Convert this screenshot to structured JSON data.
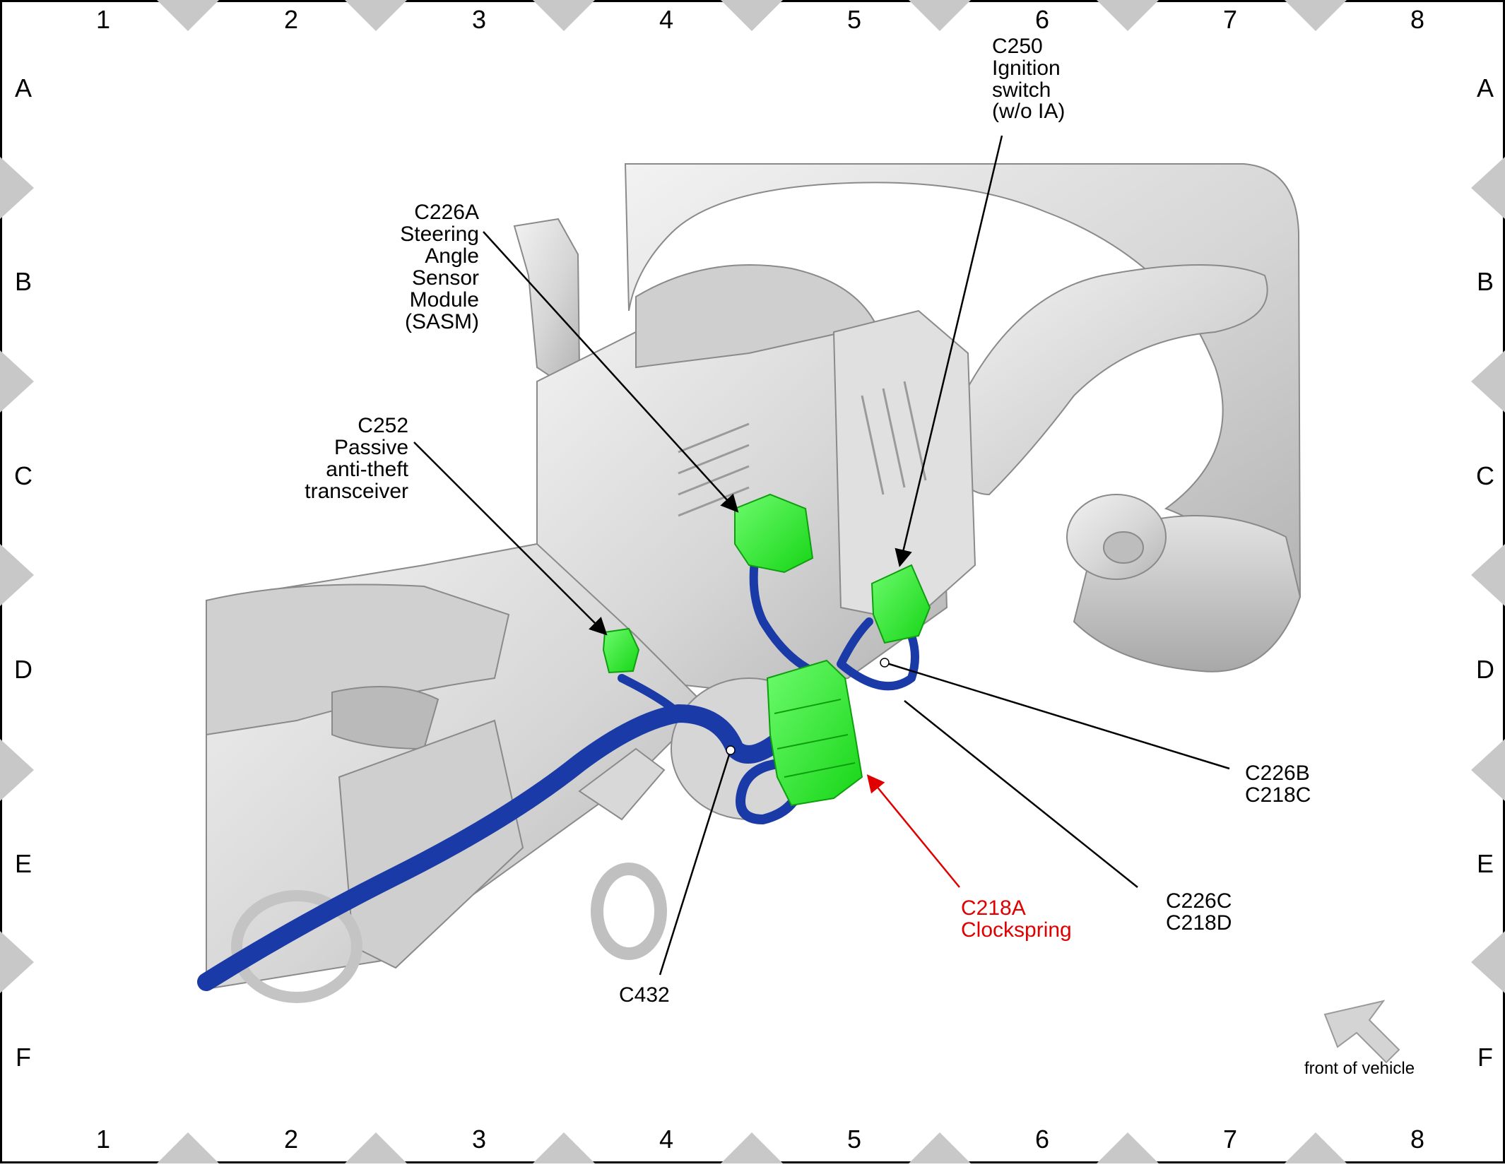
{
  "grid": {
    "columns": [
      "1",
      "2",
      "3",
      "4",
      "5",
      "6",
      "7",
      "8"
    ],
    "rows": [
      "A",
      "B",
      "C",
      "D",
      "E",
      "F"
    ]
  },
  "callouts": {
    "c250": [
      "C250",
      "Ignition",
      "switch",
      "(w/o IA)"
    ],
    "c226a": [
      "C226A",
      "Steering",
      "Angle",
      "Sensor",
      "Module",
      "(SASM)"
    ],
    "c252": [
      "C252",
      "Passive",
      "anti-theft",
      "transceiver"
    ],
    "c226b": [
      "C226B",
      "C218C"
    ],
    "c226c": [
      "C226C",
      "C218D"
    ],
    "c218a": [
      "C218A",
      "Clockspring"
    ],
    "c432": [
      "C432"
    ]
  },
  "front_indicator": {
    "label": "front of vehicle",
    "icon": "arrow-down-left-icon"
  },
  "colors": {
    "connector": "#22ee22",
    "harness": "#1a3aa8",
    "highlight": "#e00000",
    "component": "#d8d8d8",
    "border_marker": "#c8c8c8"
  }
}
